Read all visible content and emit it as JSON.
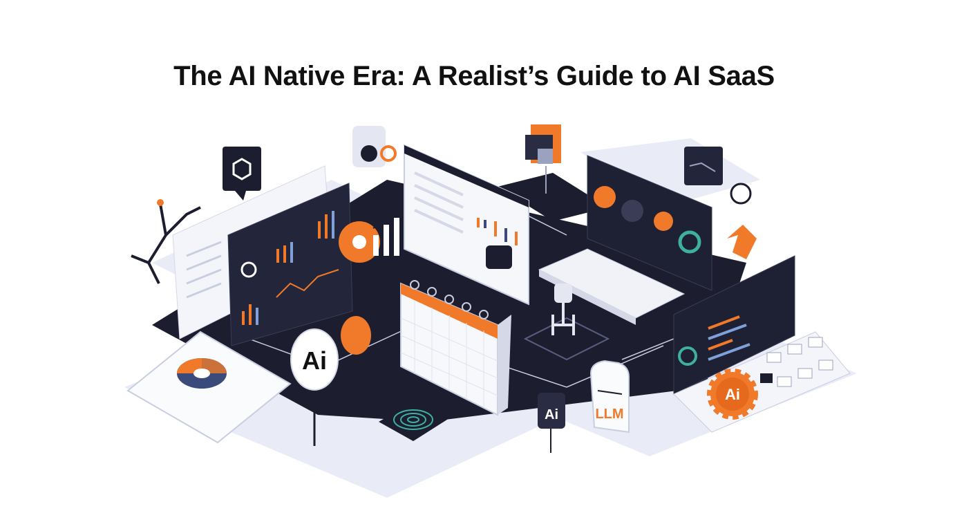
{
  "title": "The AI Native Era: A Realist’s Guide to AI SaaS",
  "illustration": {
    "badges": [
      {
        "text": "Ai",
        "style": "white-circle"
      },
      {
        "text": "Ai",
        "style": "dark-tag"
      },
      {
        "text": "Ai",
        "style": "orange-gear"
      }
    ],
    "llm_card": "LLM",
    "icons": [
      "dashboard-monitor-icon",
      "report-window-icon",
      "calendar-icon",
      "keyboard-icon",
      "robot-arm-icon",
      "target-icon",
      "pie-chart-document-icon",
      "chat-bubble-icon",
      "folder-stack-icon",
      "gear-icon"
    ]
  },
  "colors": {
    "dark": "#1c1d2e",
    "orange": "#f07a2a",
    "light": "#e8ebf5",
    "white": "#ffffff"
  }
}
